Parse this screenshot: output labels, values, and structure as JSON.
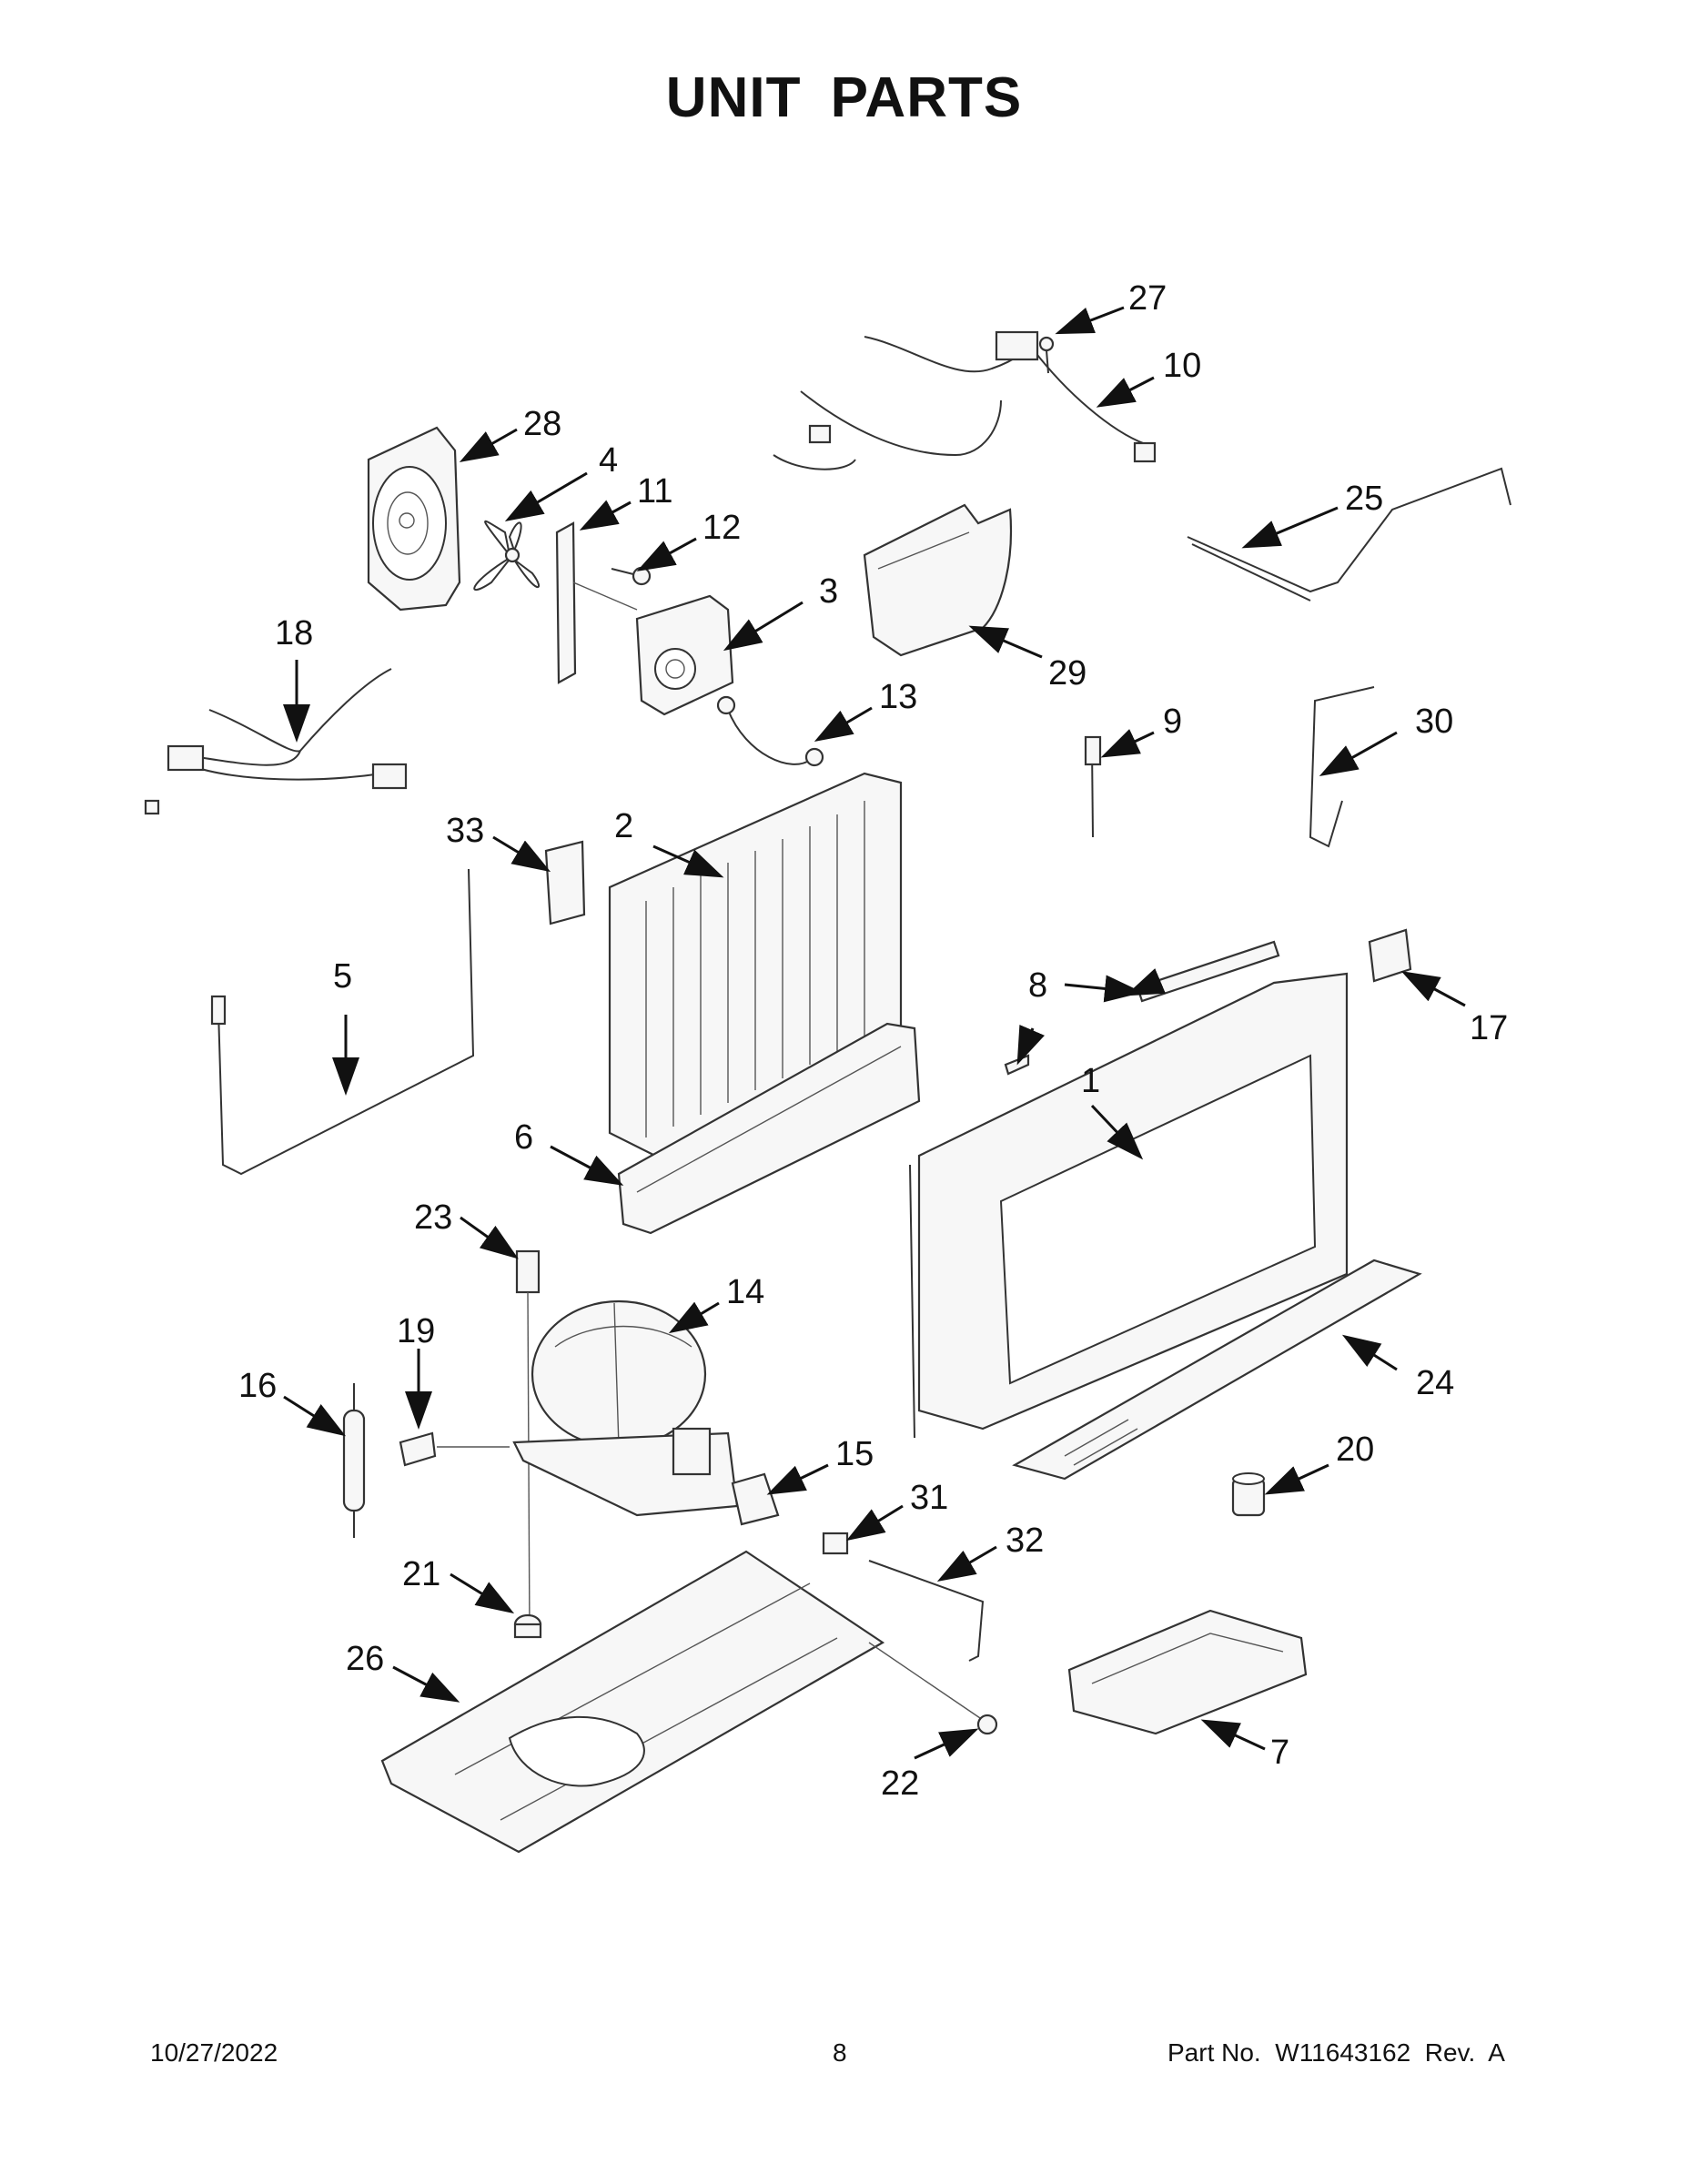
{
  "title": "UNIT PARTS",
  "footer": {
    "date": "10/27/2022",
    "page": "8",
    "part_no": "Part No.  W11643162  Rev.  A"
  },
  "callouts": {
    "c1": "1",
    "c2": "2",
    "c3": "3",
    "c4": "4",
    "c5": "5",
    "c6": "6",
    "c7": "7",
    "c8": "8",
    "c9": "9",
    "c10": "10",
    "c11": "11",
    "c12": "12",
    "c13": "13",
    "c14": "14",
    "c15": "15",
    "c16": "16",
    "c17": "17",
    "c18": "18",
    "c19": "19",
    "c20": "20",
    "c21": "21",
    "c22": "22",
    "c23": "23",
    "c24": "24",
    "c25": "25",
    "c26": "26",
    "c27": "27",
    "c28": "28",
    "c29": "29",
    "c30": "30",
    "c31": "31",
    "c32": "32",
    "c33": "33"
  }
}
